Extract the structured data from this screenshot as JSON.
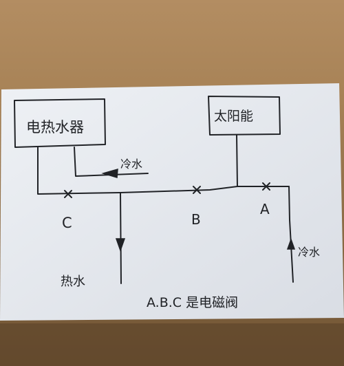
{
  "colors": {
    "cardboard_top": "#b59066",
    "cardboard_bottom": "#6f5333",
    "paper": "#e4e8ee",
    "ink": "#202226"
  },
  "labels": {
    "water_heater": "电热水器",
    "solar": "太阳能",
    "cold_water_top": "冷水",
    "cold_water_right": "冷水",
    "hot_water": "热水",
    "valve_c": "C",
    "valve_b": "B",
    "valve_a": "A",
    "note": "A.B.C 是电磁阀"
  }
}
